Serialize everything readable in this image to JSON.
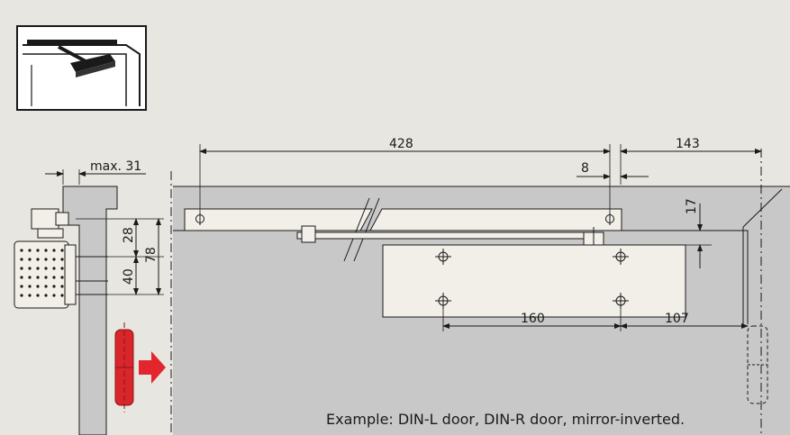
{
  "colors": {
    "background": "#e8e6e0",
    "wall": "#c8c8c8",
    "part": "#f2efe8",
    "line": "#1a1a1a",
    "hinge": "#d9262b",
    "arrow": "#e3262e"
  },
  "thumbnail": {
    "icon": "door-closer-thumbnail-icon"
  },
  "dimensions": {
    "max31": "max. 31",
    "d428": "428",
    "d143": "143",
    "d8": "8",
    "d17": "17",
    "d28": "28",
    "d78": "78",
    "d40": "40",
    "d160": "160",
    "d107": "107"
  },
  "caption": "Example: DIN-L door, DIN-R door, mirror-inverted."
}
